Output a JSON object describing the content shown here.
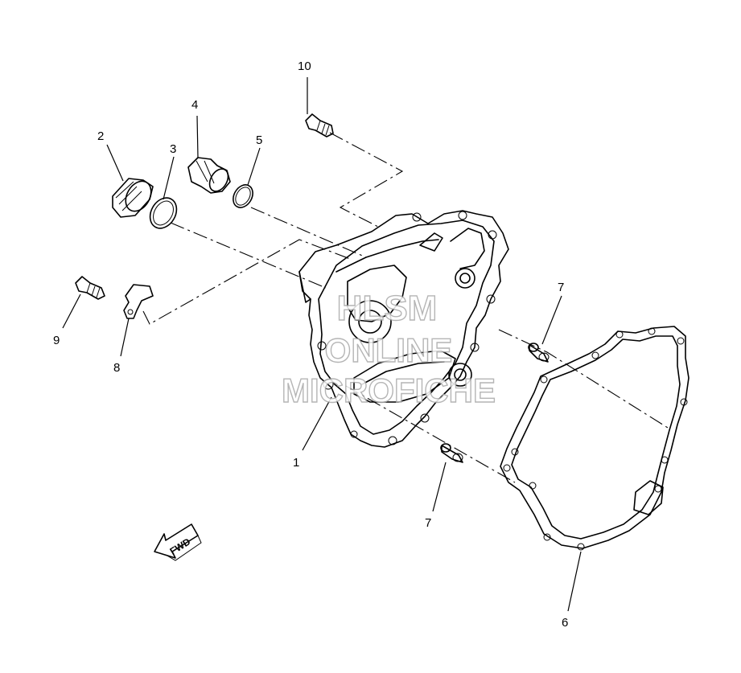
{
  "diagram": {
    "callouts": [
      {
        "id": "1",
        "label": "1"
      },
      {
        "id": "2",
        "label": "2"
      },
      {
        "id": "3",
        "label": "3"
      },
      {
        "id": "4",
        "label": "4"
      },
      {
        "id": "5",
        "label": "5"
      },
      {
        "id": "6",
        "label": "6"
      },
      {
        "id": "7a",
        "label": "7"
      },
      {
        "id": "7b",
        "label": "7"
      },
      {
        "id": "8",
        "label": "8"
      },
      {
        "id": "9",
        "label": "9"
      },
      {
        "id": "10",
        "label": "10"
      }
    ],
    "direction_arrow": {
      "label": "FWD"
    },
    "watermark": {
      "line1": "HLSM",
      "line2": "ONLINE",
      "line3": "MICROFICHE"
    }
  }
}
